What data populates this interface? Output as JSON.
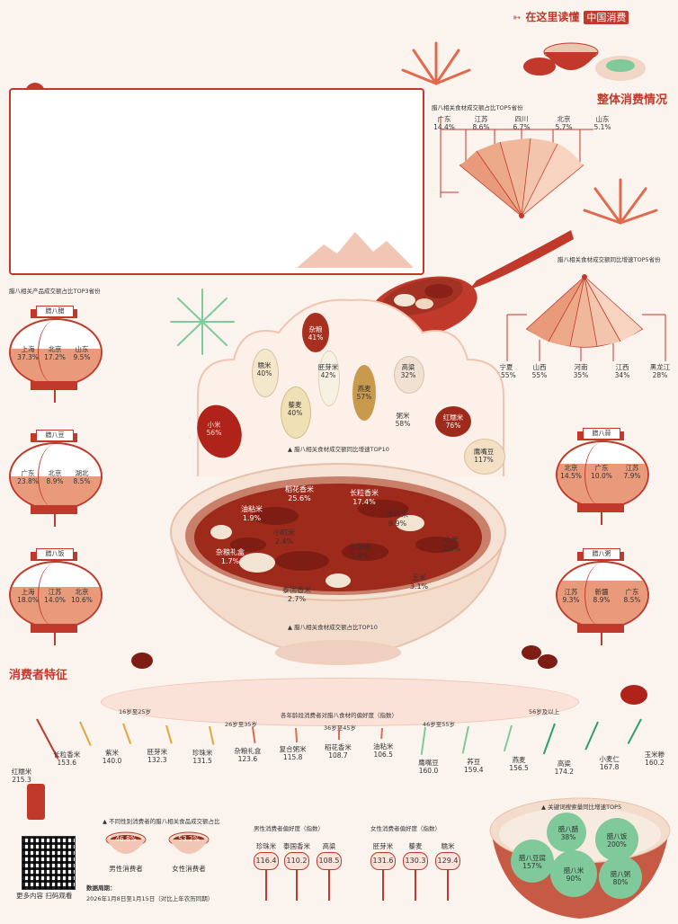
{
  "header": {
    "tagline": "在这里读懂",
    "brand": "中国消费"
  },
  "sections": {
    "overall": "整体消费情况",
    "consumer": "消费者特征"
  },
  "province_share": {
    "title": "腊八相关食材成交额占比TOP5省份",
    "items": [
      {
        "name": "广东",
        "value": "14.4%"
      },
      {
        "name": "江苏",
        "value": "8.6%"
      },
      {
        "name": "四川",
        "value": "6.7%"
      },
      {
        "name": "北京",
        "value": "5.7%"
      },
      {
        "name": "山东",
        "value": "5.1%"
      }
    ]
  },
  "province_growth": {
    "title": "腊八相关食材成交额同比增速TOP5省份",
    "items": [
      {
        "name": "宁夏",
        "value": "155%"
      },
      {
        "name": "山西",
        "value": "55%"
      },
      {
        "name": "河南",
        "value": "35%"
      },
      {
        "name": "江西",
        "value": "34%"
      },
      {
        "name": "黑龙江",
        "value": "28%"
      }
    ]
  },
  "product_top3": {
    "title": "腊八相关产品成交额占比TOP3省份",
    "lanterns": [
      {
        "title": "腊八醋",
        "cells": [
          {
            "name": "上海",
            "value": "37.3%"
          },
          {
            "name": "北京",
            "value": "17.2%"
          },
          {
            "name": "山东",
            "value": "9.5%"
          }
        ]
      },
      {
        "title": "腊八豆",
        "cells": [
          {
            "name": "广东",
            "value": "23.8%"
          },
          {
            "name": "北京",
            "value": "8.9%"
          },
          {
            "name": "湖北",
            "value": "8.5%"
          }
        ]
      },
      {
        "title": "腊八饭",
        "cells": [
          {
            "name": "上海",
            "value": "18.0%"
          },
          {
            "name": "江苏",
            "value": "14.0%"
          },
          {
            "name": "北京",
            "value": "10.6%"
          }
        ]
      },
      {
        "title": "腊八蒜",
        "cells": [
          {
            "name": "北京",
            "value": "14.5%"
          },
          {
            "name": "广东",
            "value": "10.0%"
          },
          {
            "name": "江苏",
            "value": "7.9%"
          }
        ]
      },
      {
        "title": "腊八粥",
        "cells": [
          {
            "name": "江苏",
            "value": "9.3%"
          },
          {
            "name": "新疆",
            "value": "8.9%"
          },
          {
            "name": "广东",
            "value": "8.5%"
          }
        ]
      }
    ]
  },
  "growth_top10": {
    "title": "腊八相关食材成交额同比增速TOP10",
    "items": [
      {
        "name": "小米",
        "value": "56%"
      },
      {
        "name": "糯米",
        "value": "40%"
      },
      {
        "name": "藜麦",
        "value": "40%"
      },
      {
        "name": "胚芽米",
        "value": "42%"
      },
      {
        "name": "燕麦",
        "value": "57%"
      },
      {
        "name": "高粱",
        "value": "32%"
      },
      {
        "name": "粥米",
        "value": "58%"
      },
      {
        "name": "红糯米",
        "value": "76%"
      },
      {
        "name": "鹰嘴豆",
        "value": "117%"
      },
      {
        "name": "杂粮",
        "value": "41%"
      }
    ]
  },
  "share_top10": {
    "title": "腊八相关食材成交额占比TOP10",
    "items": [
      {
        "name": "稻花香米",
        "value": "25.6%"
      },
      {
        "name": "长粒香米",
        "value": "17.4%"
      },
      {
        "name": "油粘米",
        "value": "1.9%"
      },
      {
        "name": "小町米",
        "value": "2.4%"
      },
      {
        "name": "珍珠米",
        "value": "9.9%"
      },
      {
        "name": "杂粮礼盒",
        "value": "1.7%"
      },
      {
        "name": "丝苗米",
        "value": "3.4%"
      },
      {
        "name": "小米",
        "value": "2.5%"
      },
      {
        "name": "玉米",
        "value": "3.1%"
      },
      {
        "name": "泰国香米",
        "value": "2.7%"
      }
    ]
  },
  "age": {
    "title": "各年龄段消费者对腊八食材的偏好度（指数）",
    "groups": [
      "16岁至25岁",
      "26岁至35岁",
      "36岁至45岁",
      "46岁至55岁",
      "56岁及以上"
    ],
    "items": [
      {
        "name": "红糯米",
        "value": "215.3"
      },
      {
        "name": "长粒香米",
        "value": "153.6"
      },
      {
        "name": "紫米",
        "value": "140.0"
      },
      {
        "name": "胚芽米",
        "value": "132.3"
      },
      {
        "name": "珍珠米",
        "value": "131.5"
      },
      {
        "name": "杂粮礼盒",
        "value": "123.6"
      },
      {
        "name": "复合粥米",
        "value": "115.8"
      },
      {
        "name": "稻花香米",
        "value": "108.7"
      },
      {
        "name": "油粘米",
        "value": "106.5"
      },
      {
        "name": "鹰嘴豆",
        "value": "160.0"
      },
      {
        "name": "荞豆",
        "value": "159.4"
      },
      {
        "name": "燕麦",
        "value": "156.5"
      },
      {
        "name": "高粱",
        "value": "174.2"
      },
      {
        "name": "小麦仁",
        "value": "167.8"
      },
      {
        "name": "玉米糁",
        "value": "160.2"
      }
    ]
  },
  "gender": {
    "title": "不同性别消费者的腊八相关食品成交额占比",
    "male": {
      "label": "男性消费者",
      "value": "46.8%"
    },
    "female": {
      "label": "女性消费者",
      "value": "53.2%"
    }
  },
  "male_pref": {
    "title": "男性消费者偏好度（指数）",
    "items": [
      {
        "name": "珍珠米",
        "value": "116.4"
      },
      {
        "name": "泰国香米",
        "value": "110.2"
      },
      {
        "name": "高粱",
        "value": "108.5"
      }
    ]
  },
  "female_pref": {
    "title": "女性消费者偏好度（指数）",
    "items": [
      {
        "name": "胚芽米",
        "value": "131.6"
      },
      {
        "name": "藜麦",
        "value": "130.3"
      },
      {
        "name": "糯米",
        "value": "129.4"
      }
    ]
  },
  "keywords": {
    "title": "关键词搜索量同比增速TOP5",
    "items": [
      {
        "name": "腊八醋",
        "value": "38%"
      },
      {
        "name": "腊八饭",
        "value": "200%"
      },
      {
        "name": "腊八豆腐",
        "value": "157%"
      },
      {
        "name": "腊八米",
        "value": "90%"
      },
      {
        "name": "腊八粥",
        "value": "80%"
      }
    ]
  },
  "footer": {
    "qr_text": "更多内容 扫码观看",
    "period_label": "数据周期：",
    "period": "2026年1月8日至1月15日（对比上年农历同期）"
  },
  "colors": {
    "red": "#c0392b",
    "salmon": "#e89a7b",
    "cream": "#fbf4ee",
    "green": "#7fc99a"
  }
}
